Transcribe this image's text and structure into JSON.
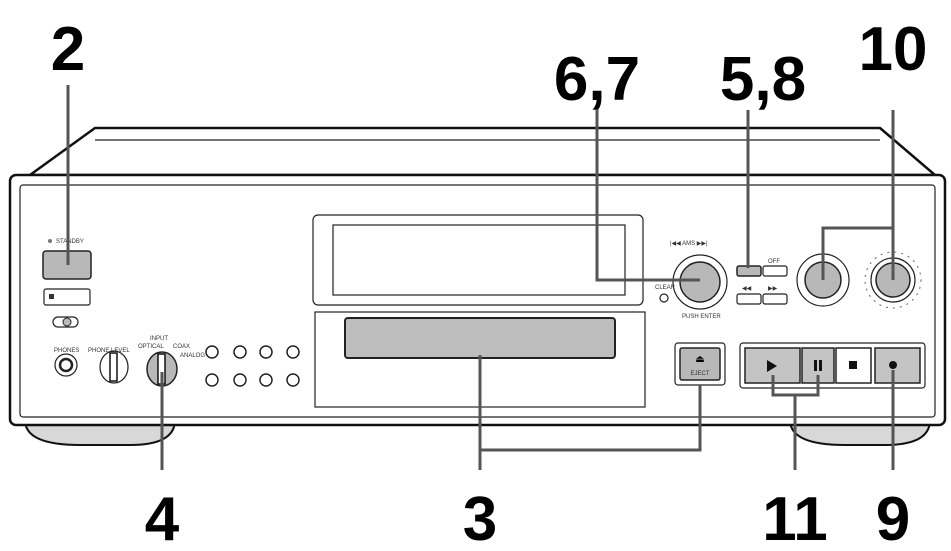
{
  "callouts": {
    "standby": "2",
    "input_selector": "4",
    "disc_slot": "3",
    "ams_dial": "6,7",
    "level_buttons": "5,8",
    "rec_level": "10",
    "play_pause": "11",
    "rec": "9"
  },
  "labels": {
    "standby": "STANDBY",
    "phones": "PHONES",
    "phone_level": "PHONE LEVEL",
    "input": "INPUT",
    "optical": "OPTICAL",
    "coax": "COAX",
    "analog": "ANALOG",
    "push_enter": "PUSH ENTER",
    "clear": "CLEAR",
    "ams": "|◀◀ AMS ▶▶|",
    "off": "OFF",
    "eject": "EJECT"
  }
}
